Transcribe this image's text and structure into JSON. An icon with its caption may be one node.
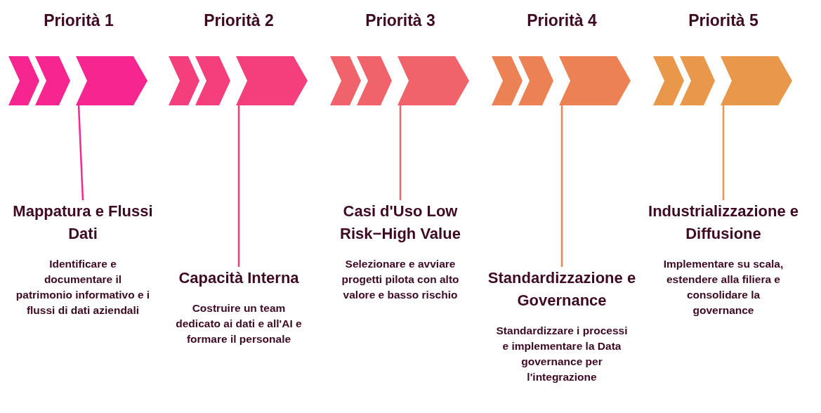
{
  "diagram": {
    "nodes": [
      {
        "text": [
          "Priorità 1"
        ]
      },
      {
        "text": [
          "Mappatura e Flussi Dati",
          "Identificare e documentare il patrimonio informativo e i flussi di dati aziendali"
        ]
      },
      {
        "text": [
          "Priorità 2"
        ]
      },
      {
        "text": [
          "Capacità Interna",
          "Costruire un team dedicato ai dati e all'AI e formare il personale"
        ]
      },
      {
        "text": [
          "Priorità 3"
        ]
      },
      {
        "text": [
          "Casi d'Uso Low Risk−High Value",
          "Selezionare e avviare progetti pilota con alto valore e basso rischio"
        ]
      },
      {
        "text": [
          "Priorità 4"
        ]
      },
      {
        "text": [
          "Standardizzazione e Governance",
          "Standardizzare i processi e implementare la Data governance per l'integrazione"
        ]
      },
      {
        "text": [
          "Priorità 5"
        ]
      },
      {
        "text": [
          "Industrializzazione e Diffusione",
          "Implementare su scala, estendere alla filiera e consolidare la governance"
        ]
      }
    ],
    "edges": [
      {
        "from": 0,
        "to": 1,
        "arrow": "none",
        "color": "#f5288f"
      },
      {
        "from": 2,
        "to": 3,
        "arrow": "none",
        "color": "#f43f7a"
      },
      {
        "from": 4,
        "to": 5,
        "arrow": "none",
        "color": "#f06468"
      },
      {
        "from": 6,
        "to": 7,
        "arrow": "none",
        "color": "#ee8452"
      },
      {
        "from": 8,
        "to": 9,
        "arrow": "none",
        "color": "#e9974a"
      }
    ]
  }
}
